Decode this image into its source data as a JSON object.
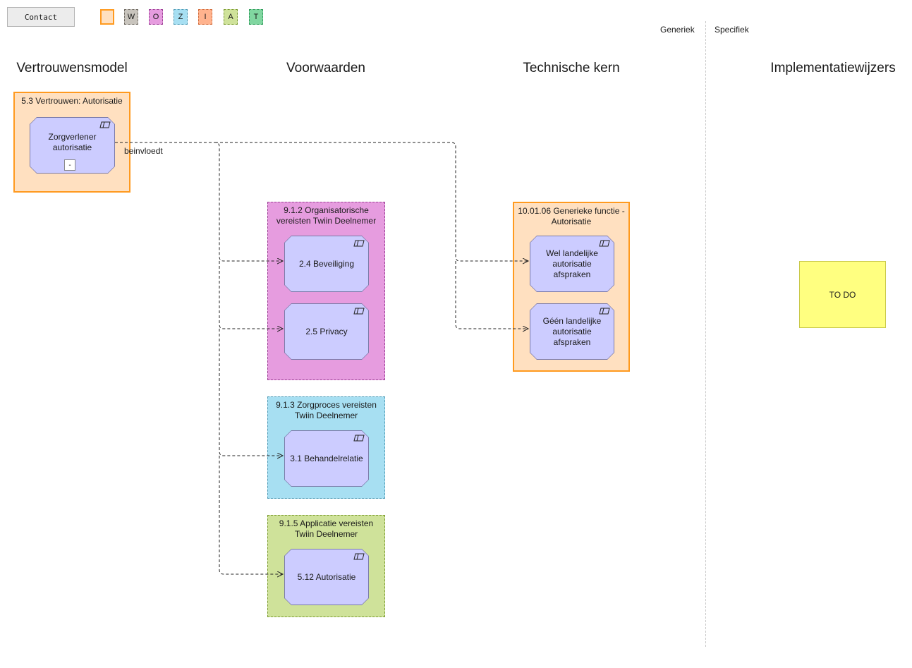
{
  "toolbar": {
    "contact_label": "Contact"
  },
  "legend": [
    {
      "letter": "",
      "bg": "#ffe0c0",
      "border": "#ff9a1f",
      "style": "solid"
    },
    {
      "letter": "W",
      "bg": "#c8c4bd",
      "border": "#6f6a63",
      "style": "dashed"
    },
    {
      "letter": "O",
      "bg": "#e69cdf",
      "border": "#9b3f94",
      "style": "dashed"
    },
    {
      "letter": "Z",
      "bg": "#a7dff2",
      "border": "#4f9ab5",
      "style": "dashed"
    },
    {
      "letter": "I",
      "bg": "#ffb38e",
      "border": "#d06a39",
      "style": "dashed"
    },
    {
      "letter": "A",
      "bg": "#cfe29a",
      "border": "#7a9a2e",
      "style": "dashed"
    },
    {
      "letter": "T",
      "bg": "#80d6a0",
      "border": "#2e9a5a",
      "style": "dashed"
    }
  ],
  "labels": {
    "generiek": "Generiek",
    "specifiek": "Specifiek"
  },
  "columns": {
    "vertrouwensmodel": "Vertrouwensmodel",
    "voorwaarden": "Voorwaarden",
    "technische_kern": "Technische kern",
    "implementatiewijzers": "Implementatiewijzers"
  },
  "groups": {
    "vertrouwen": {
      "title": "5.3 Vertrouwen: Autorisatie",
      "bg": "#ffe0c0",
      "border": "#ff9a1f"
    },
    "organisatorisch": {
      "title": "9.1.2 Organisatorische vereisten Twiin Deelnemer",
      "bg": "#e69cdf",
      "border": "#9b3f94"
    },
    "zorgproces": {
      "title": "9.1.3 Zorgproces vereisten Twiin Deelnemer",
      "bg": "#a7dff2",
      "border": "#4f9ab5"
    },
    "applicatie": {
      "title": "9.1.5 Applicatie vereisten Twiin Deelnemer",
      "bg": "#cfe29a",
      "border": "#7a9a2e"
    },
    "generieke_functie": {
      "title": "10.01.06 Generieke functie - Autorisatie",
      "bg": "#ffe0c0",
      "border": "#ff9a1f"
    }
  },
  "elements": {
    "zorgverlener": "Zorgverlener autorisatie",
    "zorgverlener_collapse": "-",
    "beveiliging": "2.4 Beveiliging",
    "privacy": "2.5 Privacy",
    "behandelrelatie": "3.1 Behandelrelatie",
    "autorisatie": "5.12 Autorisatie",
    "wel_landelijk": "Wel landelijke autorisatie afspraken",
    "geen_landelijk": "Géén landelijke autorisatie afspraken"
  },
  "relation_label": "beinvloedt",
  "todo": "TO DO"
}
